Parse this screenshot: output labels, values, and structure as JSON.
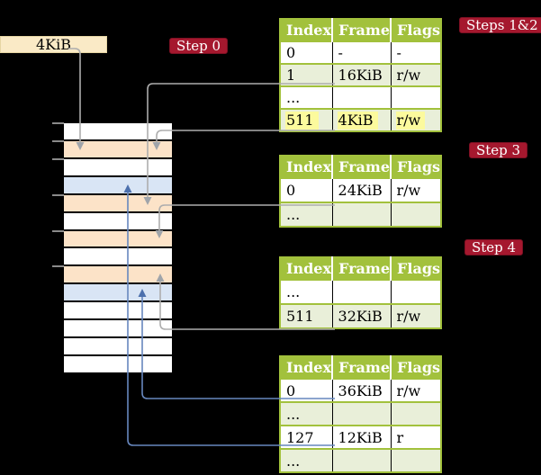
{
  "title_box": {
    "label": "4KiB"
  },
  "step_labels": [
    {
      "id": "step0",
      "text": "Step 0"
    },
    {
      "id": "steps12",
      "text": "Steps 1&2"
    },
    {
      "id": "step3",
      "text": "Step 3"
    },
    {
      "id": "step4",
      "text": "Step 4"
    }
  ],
  "tables": [
    {
      "headers": [
        "Index",
        "Frame",
        "Flags"
      ],
      "rows": [
        {
          "cells": [
            "0",
            "-",
            "-"
          ]
        },
        {
          "cells": [
            "1",
            "16KiB",
            "r/w"
          ]
        },
        {
          "cells": [
            "...",
            "",
            ""
          ]
        },
        {
          "cells": [
            "511",
            "4KiB",
            "r/w"
          ],
          "highlighted": true
        }
      ]
    },
    {
      "headers": [
        "Index",
        "Frame",
        "Flags"
      ],
      "rows": [
        {
          "cells": [
            "0",
            "24KiB",
            "r/w"
          ]
        },
        {
          "cells": [
            "...",
            "",
            ""
          ]
        }
      ]
    },
    {
      "headers": [
        "Index",
        "Frame",
        "Flags"
      ],
      "rows": [
        {
          "cells": [
            "...",
            "",
            ""
          ]
        },
        {
          "cells": [
            "511",
            "32KiB",
            "r/w"
          ]
        }
      ]
    },
    {
      "headers": [
        "Index",
        "Frame",
        "Flags"
      ],
      "rows": [
        {
          "cells": [
            "0",
            "36KiB",
            "r/w"
          ]
        },
        {
          "cells": [
            "...",
            "",
            ""
          ]
        },
        {
          "cells": [
            "127",
            "12KiB",
            "r"
          ]
        },
        {
          "cells": [
            "...",
            "",
            ""
          ]
        }
      ]
    }
  ],
  "memory_stack": {
    "row_colors": [
      "white",
      "peach",
      "white",
      "blue",
      "peach",
      "white",
      "peach",
      "white",
      "peach",
      "blue",
      "white",
      "white",
      "white",
      "white"
    ],
    "tick_boundaries": [
      0,
      1,
      2,
      4,
      6,
      8
    ]
  },
  "connectors": [
    {
      "from": "4KiB-box",
      "to": "memory-row-2",
      "color": "gray"
    },
    {
      "from": "table1-row-1",
      "to": "memory-row-5",
      "color": "gray"
    },
    {
      "from": "table1-row-511",
      "to": "memory-row-2",
      "color": "gray"
    },
    {
      "from": "table2-row-0",
      "to": "memory-row-7",
      "color": "gray"
    },
    {
      "from": "table3-row-511",
      "to": "memory-row-9",
      "color": "gray"
    },
    {
      "from": "table4-row-0",
      "to": "memory-row-10",
      "color": "blue"
    },
    {
      "from": "table4-row-127",
      "to": "memory-row-4",
      "color": "blue"
    }
  ],
  "colors": {
    "background": "#000000",
    "step_label_bg": "#a5182e",
    "table_header_green": "#a2c13c",
    "table_row_green": "#e9efd9",
    "highlight_yellow": "#fcfa9d",
    "memory_peach": "#fce3c8",
    "memory_blue": "#d9e5f5",
    "source_box_cream": "#faeac6",
    "gray_arrow": "#adadad",
    "blue_arrow": "#6787be"
  }
}
